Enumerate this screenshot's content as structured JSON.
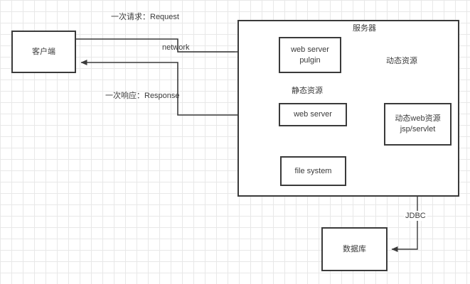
{
  "diagram": {
    "title_label": "服务器",
    "nodes": [
      {
        "id": "client",
        "label": "客户端"
      },
      {
        "id": "server",
        "label": "服务器"
      },
      {
        "id": "web-server-plugin",
        "label": "web server\npulgin"
      },
      {
        "id": "web-server",
        "label": "web server"
      },
      {
        "id": "file-system",
        "label": "file system"
      },
      {
        "id": "dynamic-web-resource",
        "label": "动态web资源\njsp/servlet"
      },
      {
        "id": "database",
        "label": "数据库"
      }
    ],
    "edge_labels": {
      "request": "一次请求：Request",
      "response": "一次响应：Response",
      "network": "network",
      "dynamic_resource": "动态资源",
      "static_resource": "静态资源",
      "jdbc": "JDBC"
    },
    "colors": {
      "stroke": "#3a3a3a",
      "node_fill": "#ffffff",
      "grid_minor": "#e8e8e8",
      "grid_major": "#d8d8d8",
      "text": "#3a3a3a"
    }
  }
}
